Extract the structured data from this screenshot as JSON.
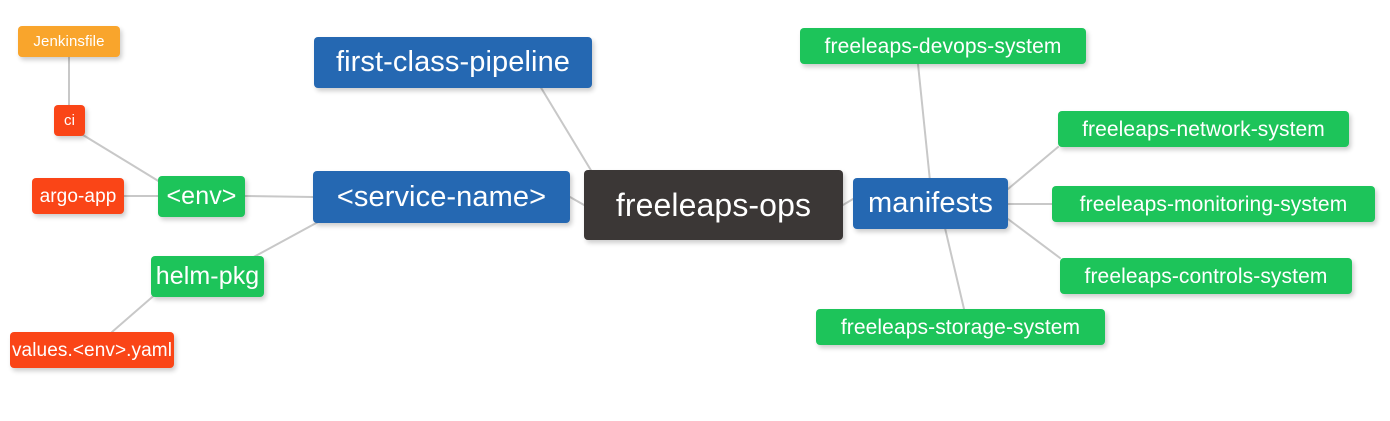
{
  "diagram": {
    "type": "mind-map",
    "root": "freeleaps-ops",
    "background": "#ffffff",
    "edge_color": "#c8c8c8",
    "palette": {
      "root_dark": "#3b3736",
      "blue": "#2568b2",
      "green": "#1dc45a",
      "orange": "#f9a52c",
      "red": "#fa4517",
      "text": "#ffffff"
    },
    "nodes": [
      {
        "id": "freeleaps-ops",
        "label": "freeleaps-ops",
        "color": "root_dark",
        "tier": "root"
      },
      {
        "id": "service-name",
        "label": "<service-name>",
        "color": "blue",
        "tier": "main"
      },
      {
        "id": "manifests",
        "label": "manifests",
        "color": "blue",
        "tier": "main"
      },
      {
        "id": "first-class-pipeline",
        "label": "first-class-pipeline",
        "color": "blue",
        "tier": "main"
      },
      {
        "id": "env",
        "label": "<env>",
        "color": "green",
        "tier": "branch"
      },
      {
        "id": "helm-pkg",
        "label": "helm-pkg",
        "color": "green",
        "tier": "branch"
      },
      {
        "id": "ci",
        "label": "ci",
        "color": "red",
        "tier": "tiny"
      },
      {
        "id": "jenkinsfile",
        "label": "Jenkinsfile",
        "color": "orange",
        "tier": "tiny"
      },
      {
        "id": "argo-app",
        "label": "argo-app",
        "color": "red",
        "tier": "small"
      },
      {
        "id": "values-env-yaml",
        "label": "values.<env>.yaml",
        "color": "red",
        "tier": "small"
      },
      {
        "id": "freeleaps-devops-system",
        "label": "freeleaps-devops-system",
        "color": "green",
        "tier": "leaf"
      },
      {
        "id": "freeleaps-network-system",
        "label": "freeleaps-network-system",
        "color": "green",
        "tier": "leaf"
      },
      {
        "id": "freeleaps-monitoring-system",
        "label": "freeleaps-monitoring-system",
        "color": "green",
        "tier": "leaf"
      },
      {
        "id": "freeleaps-controls-system",
        "label": "freeleaps-controls-system",
        "color": "green",
        "tier": "leaf"
      },
      {
        "id": "freeleaps-storage-system",
        "label": "freeleaps-storage-system",
        "color": "green",
        "tier": "leaf"
      }
    ],
    "edges": [
      {
        "from": "freeleaps-ops",
        "to": "service-name"
      },
      {
        "from": "freeleaps-ops",
        "to": "manifests"
      },
      {
        "from": "freeleaps-ops",
        "to": "first-class-pipeline"
      },
      {
        "from": "service-name",
        "to": "env"
      },
      {
        "from": "service-name",
        "to": "helm-pkg"
      },
      {
        "from": "env",
        "to": "ci"
      },
      {
        "from": "env",
        "to": "argo-app"
      },
      {
        "from": "ci",
        "to": "jenkinsfile"
      },
      {
        "from": "helm-pkg",
        "to": "values-env-yaml"
      },
      {
        "from": "manifests",
        "to": "freeleaps-devops-system"
      },
      {
        "from": "manifests",
        "to": "freeleaps-network-system"
      },
      {
        "from": "manifests",
        "to": "freeleaps-monitoring-system"
      },
      {
        "from": "manifests",
        "to": "freeleaps-controls-system"
      },
      {
        "from": "manifests",
        "to": "freeleaps-storage-system"
      }
    ]
  }
}
